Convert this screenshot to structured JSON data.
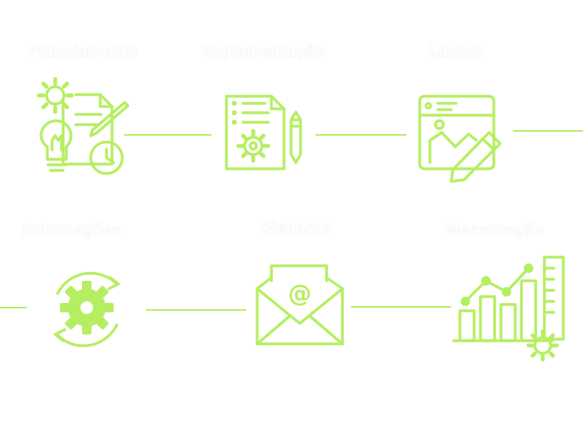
{
  "colors": {
    "accent": "#b6ee62",
    "label": "#ffffff",
    "background": "#ffffff"
  },
  "steps": [
    {
      "label": "Planejamento",
      "icon": "planning-icon"
    },
    {
      "label": "Implementação",
      "icon": "implementation-icon"
    },
    {
      "label": "Layout",
      "icon": "layout-icon"
    },
    {
      "label": "Automações",
      "icon": "automation-icon"
    },
    {
      "label": "Disparos",
      "icon": "email-icon"
    },
    {
      "label": "Mensuração",
      "icon": "measurement-icon"
    }
  ]
}
